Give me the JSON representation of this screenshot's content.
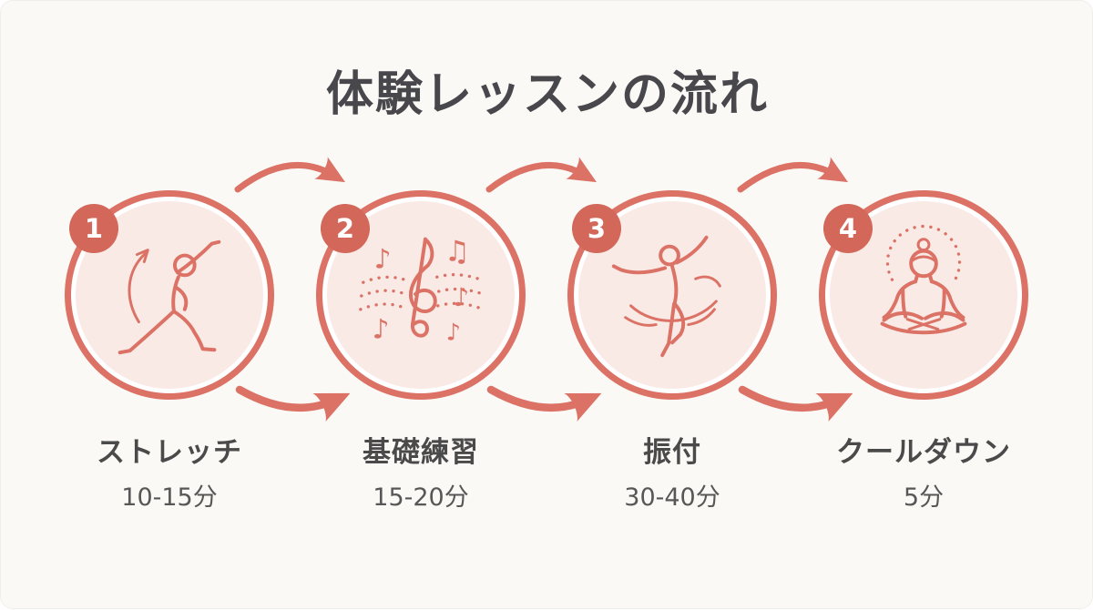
{
  "title": "体験レッスンの流れ",
  "colors": {
    "accent": "#db7265",
    "badge": "#d2675a",
    "circle_fill": "#f9eae6",
    "background": "#fbf9f6",
    "title_text": "#48484c",
    "label_text": "#4a4a4a",
    "duration_text": "#575757"
  },
  "steps": [
    {
      "number": "1",
      "icon": "stretching-figure-icon",
      "label": "ストレッチ",
      "duration": "10-15分"
    },
    {
      "number": "2",
      "icon": "music-notes-icon",
      "label": "基礎練習",
      "duration": "15-20分"
    },
    {
      "number": "3",
      "icon": "ballet-dancer-icon",
      "label": "振付",
      "duration": "30-40分"
    },
    {
      "number": "4",
      "icon": "meditation-icon",
      "label": "クールダウン",
      "duration": "5分"
    }
  ]
}
